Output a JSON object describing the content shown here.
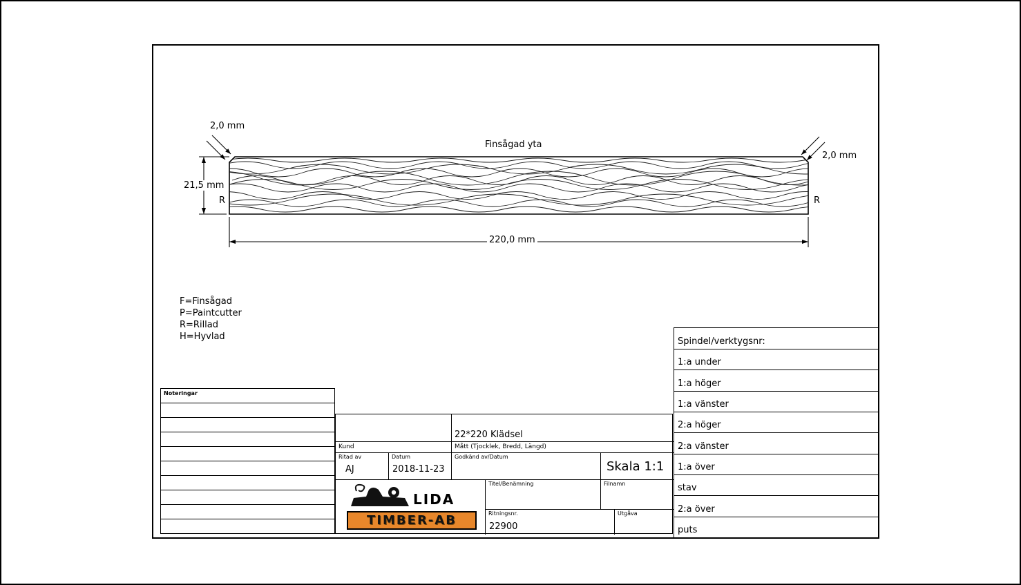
{
  "colors": {
    "line": "#000000",
    "logo_orange": "#e8872b"
  },
  "drawing": {
    "surface_label": "Finsågad yta",
    "chamfer_left": "2,0 mm",
    "chamfer_right": "2,0 mm",
    "thickness": "21,5 mm",
    "width": "220,0 mm",
    "r_left": "R",
    "r_right": "R"
  },
  "legend": {
    "lines": [
      "F=Finsågad",
      "P=Paintcutter",
      "R=Rillad",
      "H=Hyvlad"
    ]
  },
  "notes": {
    "label": "Noteringar"
  },
  "title_block": {
    "product": "22*220 Klädsel",
    "kund_label": "Kund",
    "matt_label": "Mått (Tjocklek, Bredd, Längd)",
    "ritad_av_label": "Ritad av",
    "ritad_av_value": "AJ",
    "datum_label": "Datum",
    "datum_value": "2018-11-23",
    "godkand_label": "Godkänd av/Datum",
    "skala_value": "Skala 1:1",
    "titel_label": "Titel/Benämning",
    "filnamn_label": "Filnamn",
    "ritningsnr_label": "Ritningsnr.",
    "ritningsnr_value": "22900",
    "utgava_label": "Utgåva"
  },
  "logo": {
    "name_top": "LIDA",
    "name_banner": "TIMBER-AB"
  },
  "spindle_table": {
    "header": "Spindel/verktygsnr:",
    "rows": [
      "1:a under",
      "1:a höger",
      "1:a vänster",
      "2:a höger",
      "2:a vänster",
      "1:a över",
      "stav",
      "2:a över",
      "puts"
    ]
  }
}
